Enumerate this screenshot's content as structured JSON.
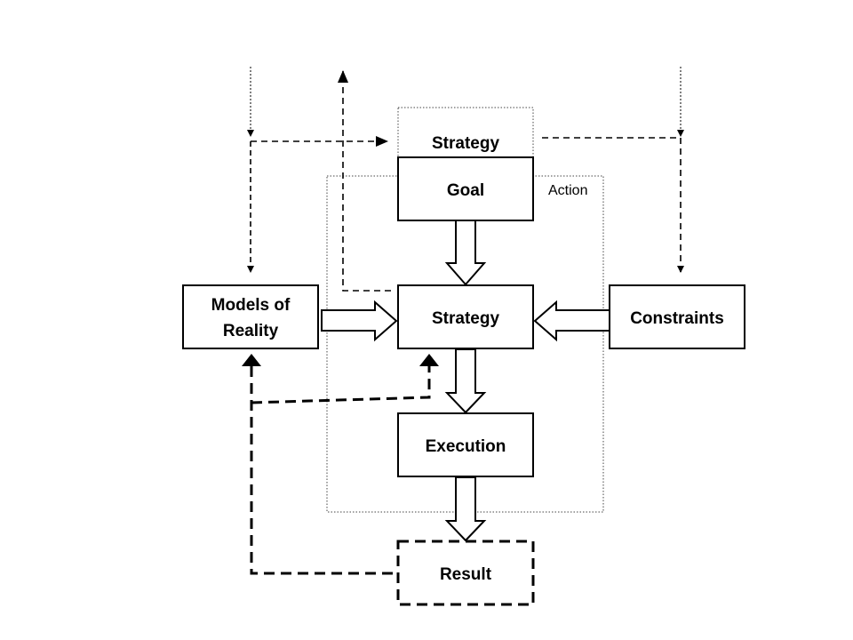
{
  "diagram": {
    "nodes": {
      "strategy_outer": "Strategy",
      "goal": "Goal",
      "action": "Action",
      "models_line1": "Models of",
      "models_line2": "Reality",
      "strategy": "Strategy",
      "constraints": "Constraints",
      "execution": "Execution",
      "result": "Result"
    }
  }
}
